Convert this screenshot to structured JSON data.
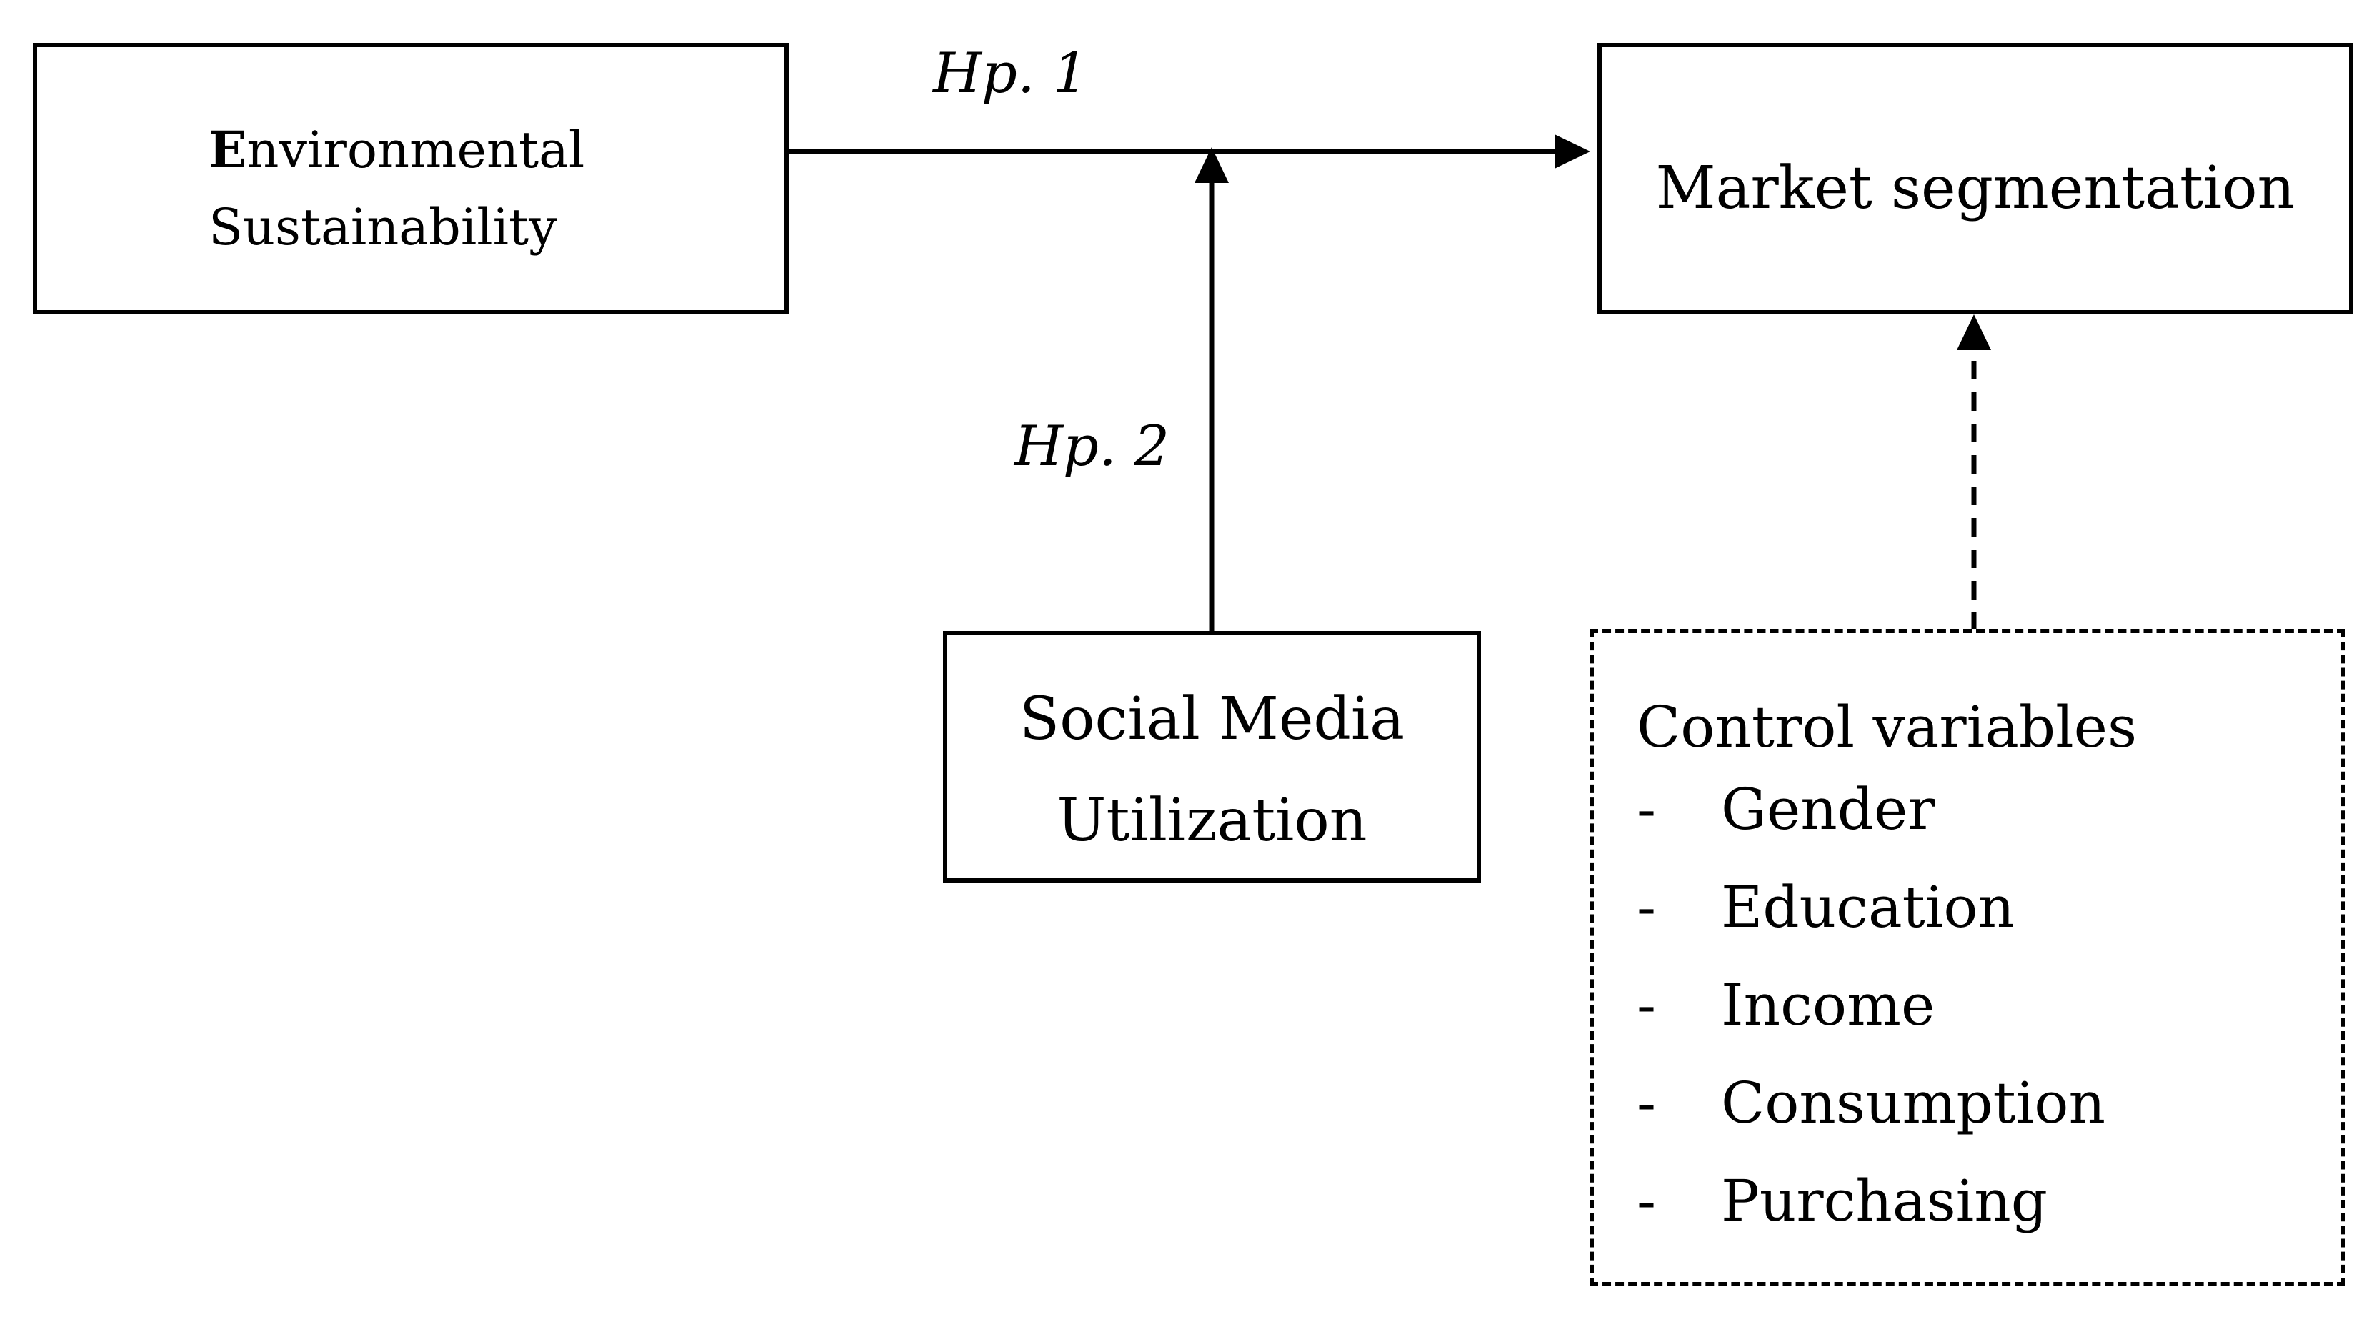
{
  "diagram": {
    "environmental": {
      "first_letter": "E",
      "line1_rest": "nvironmental",
      "line2": "Sustainability"
    },
    "market": {
      "label": "Market segmentation"
    },
    "social": {
      "line1": "Social Media",
      "line2": "Utilization"
    },
    "hp1": "Hp. 1",
    "hp2": "Hp. 2",
    "control": {
      "title": "Control variables",
      "bullet": "-",
      "items": [
        "Gender",
        "Education",
        "Income",
        "Consumption",
        "Purchasing"
      ]
    }
  }
}
